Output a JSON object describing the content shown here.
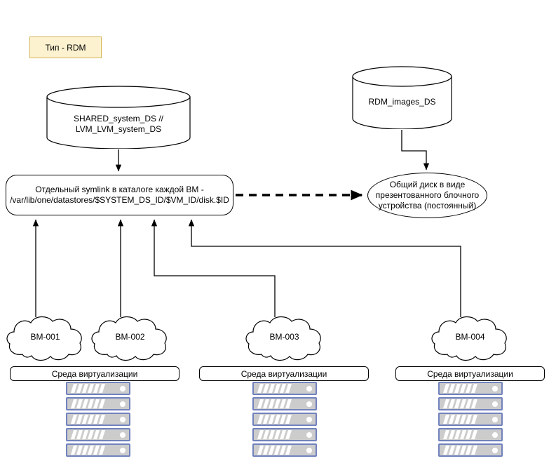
{
  "diagram": {
    "legend": {
      "label": "Тип - RDM",
      "fill": "#fdf2d0",
      "stroke": "#d6b656"
    },
    "datastores": [
      {
        "id": "system",
        "label": "SHARED_system_DS //\nLVM_LVM_system_DS"
      },
      {
        "id": "rdm",
        "label": "RDM_images_DS"
      }
    ],
    "symlink_box": {
      "label": "Отдельный symlink в каталоге каждой ВМ -\n/var/lib/one/datastores/$SYSTEM_DS_ID/$VM_ID/disk.$ID"
    },
    "shared_disk": {
      "label": "Общий диск в виде\nпрезентованного блочного\nустройства (постоянный)"
    },
    "vms": [
      {
        "id": "vm1",
        "label": "ВМ-001"
      },
      {
        "id": "vm2",
        "label": "ВМ-002"
      },
      {
        "id": "vm3",
        "label": "ВМ-003"
      },
      {
        "id": "vm4",
        "label": "ВМ-004"
      }
    ],
    "env_bars": [
      {
        "id": "env1",
        "label": "Среда виртуализации"
      },
      {
        "id": "env2",
        "label": "Среда виртуализации"
      },
      {
        "id": "env3",
        "label": "Среда виртуализации"
      }
    ],
    "rack_unit_count": 5,
    "colors": {
      "rack_border": "#7182bd",
      "rack_fill": "#cccccc",
      "rack_slash": "#ffffff",
      "edge": "#000000",
      "badge_fill": "#fdf2d0",
      "badge_stroke": "#d6b656"
    },
    "edges": [
      {
        "from": "system",
        "to": "symlink_box",
        "style": "solid"
      },
      {
        "from": "rdm",
        "to": "shared_disk",
        "style": "solid"
      },
      {
        "from": "symlink_box",
        "to": "shared_disk",
        "style": "dashed"
      },
      {
        "from": "vm1",
        "to": "symlink_box",
        "style": "solid"
      },
      {
        "from": "vm2",
        "to": "symlink_box",
        "style": "solid"
      },
      {
        "from": "vm3",
        "to": "symlink_box",
        "style": "solid"
      },
      {
        "from": "vm4",
        "to": "symlink_box",
        "style": "solid"
      }
    ]
  }
}
